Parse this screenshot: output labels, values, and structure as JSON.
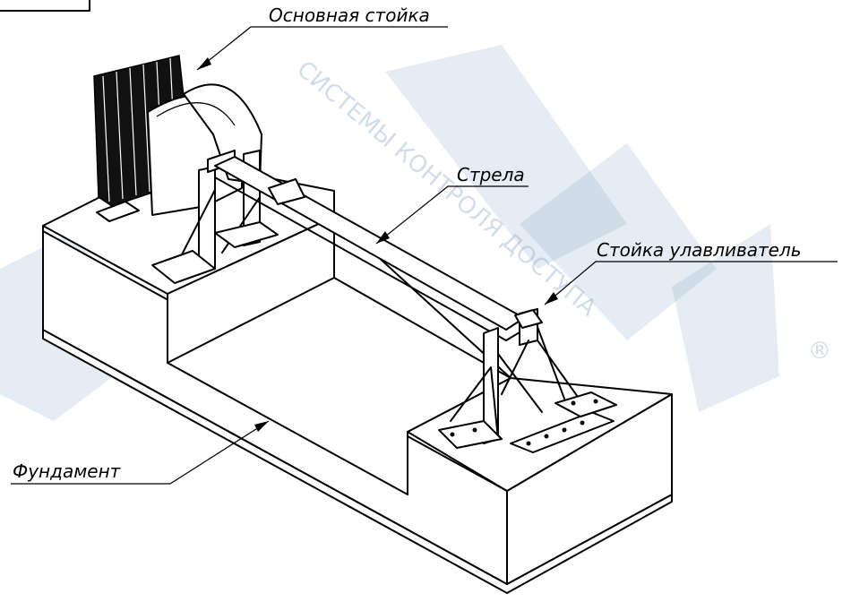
{
  "labels": {
    "main_post": "Основная стойка",
    "boom": "Стрела",
    "catcher_post": "Стойка улавливатель",
    "foundation": "Фундамент"
  },
  "watermark": {
    "text": "СИСТЕМЫ КОНТРОЛЯ ДОСТУПА",
    "registered": "®"
  },
  "colors": {
    "line": "#000000",
    "background": "#ffffff",
    "watermark": "#8aa8c8"
  }
}
